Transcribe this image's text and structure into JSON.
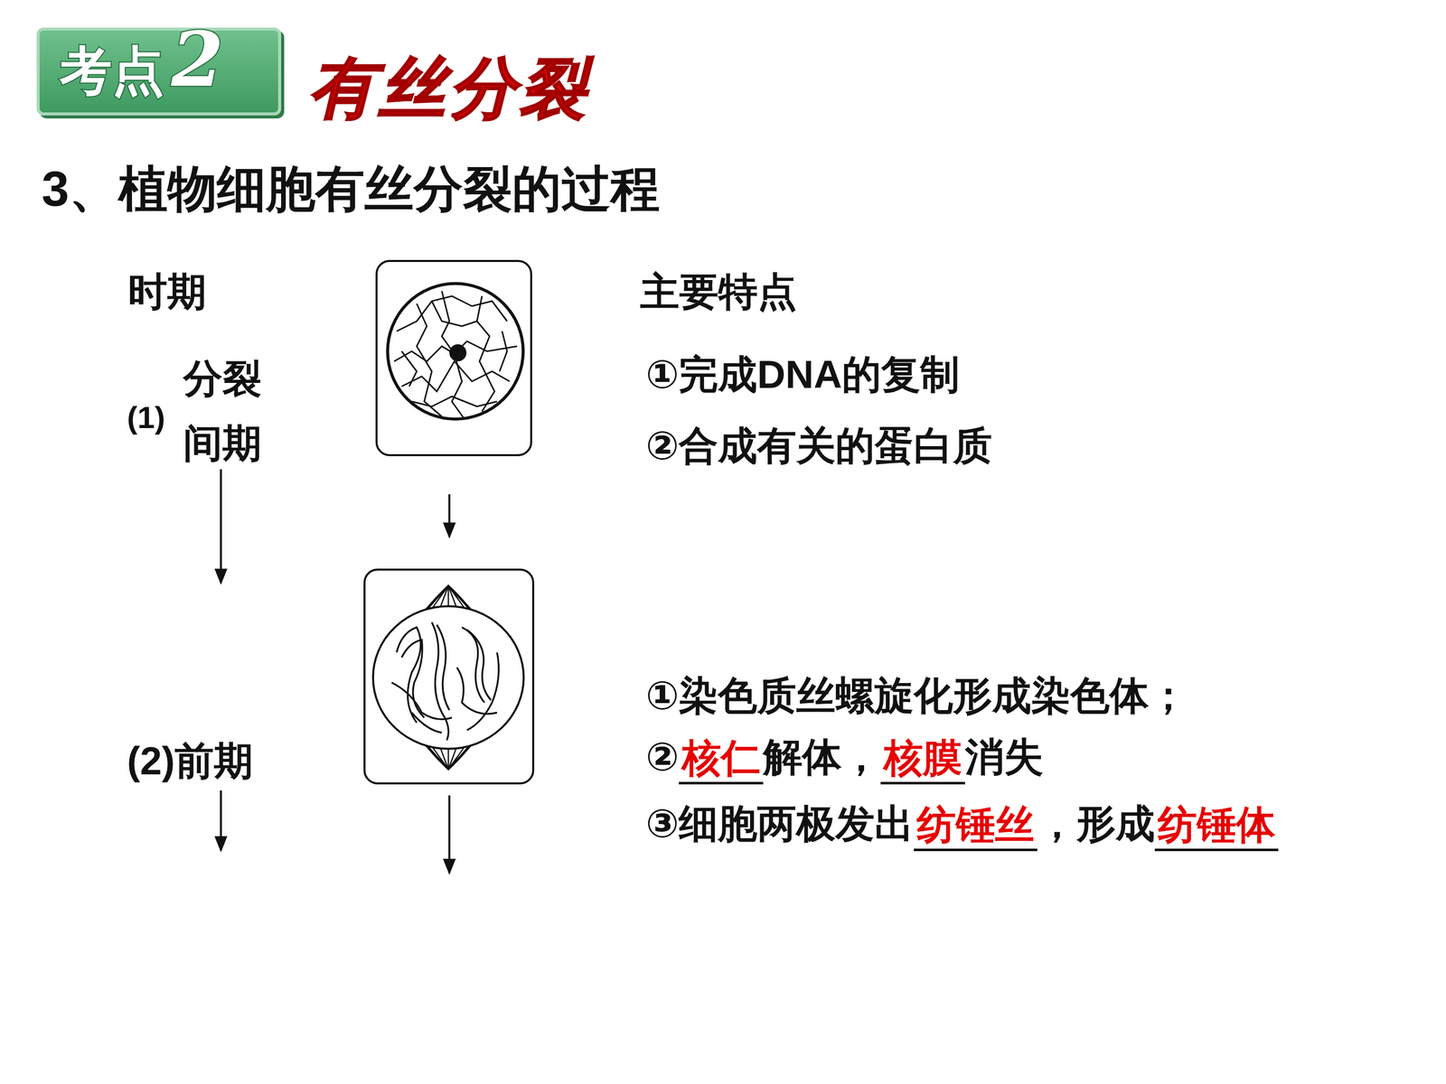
{
  "diagram": {
    "title": "有丝分裂",
    "nodes": [
      {
        "text": [
          "考点",
          "2"
        ]
      }
    ],
    "labels": [
      "3、植物细胞有丝分裂的过程",
      "时期",
      "主要特点",
      "(1)",
      "分裂 间期",
      "①完成DNA的复制",
      "②合成有关的蛋白质",
      "(2)前期",
      "①染色质丝螺旋化形成染色体；",
      "②",
      "核仁",
      "解体，",
      "核膜",
      "消失",
      "③细胞两极发出",
      "纺锤丝",
      "，形成",
      "纺锤体"
    ]
  }
}
